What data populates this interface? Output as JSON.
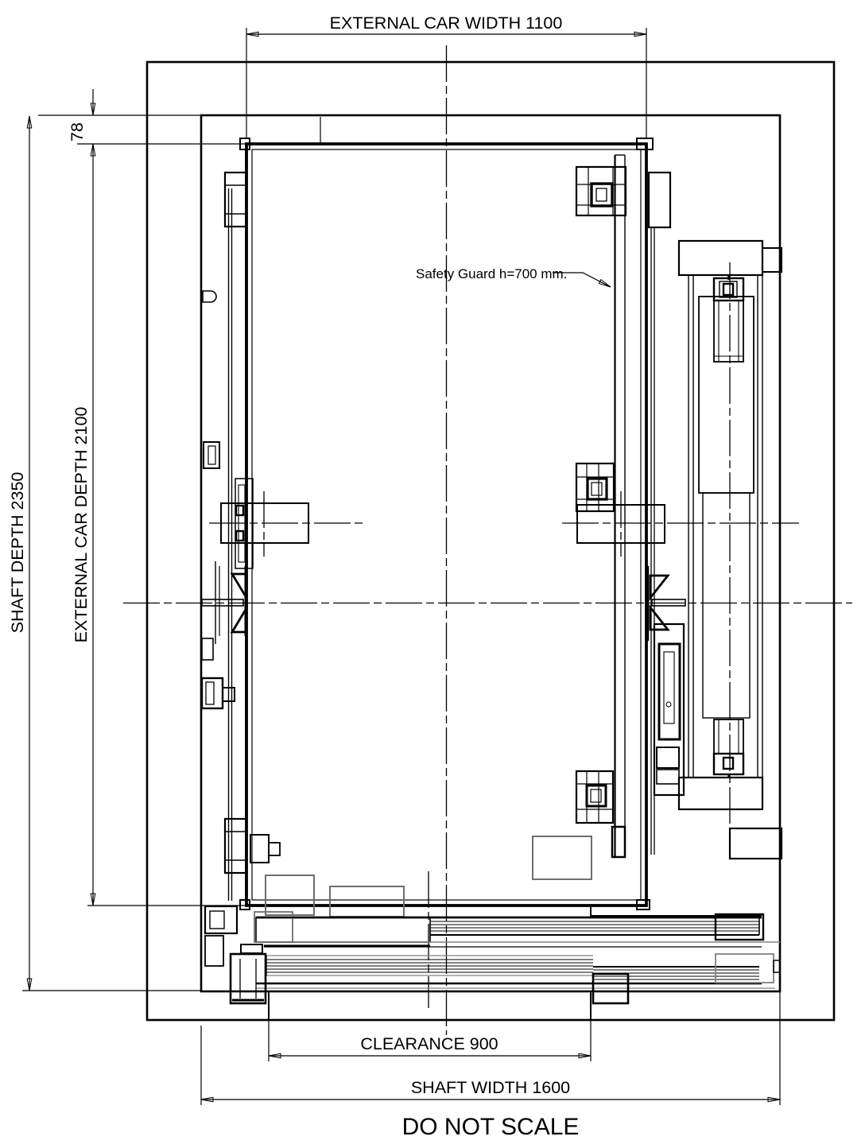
{
  "drawing": {
    "note": "DO NOT SCALE",
    "annotations": {
      "safety_guard": {
        "label": "Safety Guard h=700 mm.",
        "height_mm": 700
      }
    },
    "dimensions": {
      "external_car_width": {
        "label": "EXTERNAL CAR WIDTH 1100",
        "value_mm": 1100
      },
      "rail_offset": {
        "label": "78",
        "value_mm": 78
      },
      "shaft_depth": {
        "label": "SHAFT DEPTH 2350",
        "value_mm": 2350
      },
      "external_car_depth": {
        "label": "EXTERNAL CAR DEPTH 2100",
        "value_mm": 2100
      },
      "clearance": {
        "label": "CLEARANCE 900",
        "value_mm": 900
      },
      "shaft_width": {
        "label": "SHAFT WIDTH 1600",
        "value_mm": 1600
      }
    },
    "colors": {
      "line": "#000000",
      "hatch": "#9c9c9c",
      "centerline": "#808080",
      "secondary": "#6e6e6e",
      "background": "#ffffff"
    }
  }
}
